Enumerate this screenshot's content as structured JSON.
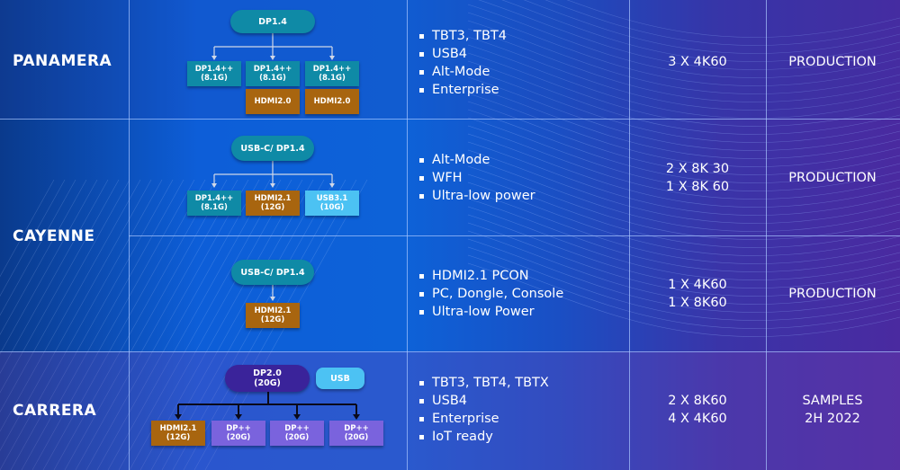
{
  "colors": {
    "teal": "#0f8aa6",
    "brown": "#a8650f",
    "light_blue": "#4cc2f3",
    "violet": "#7a63dd",
    "dark_purple": "#3a239a",
    "grid": "#a9c6ff"
  },
  "rows": [
    {
      "series": "PANAMERA",
      "root": "DP1.4",
      "boxes": [
        [
          "DP1.4++",
          "(8.1G)"
        ],
        [
          "DP1.4++",
          "(8.1G)"
        ],
        [
          "DP1.4++",
          "(8.1G)"
        ]
      ],
      "sub_boxes": [
        "HDMI2.0",
        "HDMI2.0"
      ],
      "features": [
        "TBT3, TBT4",
        "USB4",
        "Alt-Mode",
        "Enterprise"
      ],
      "displays": [
        "3 X 4K60"
      ],
      "status": [
        "PRODUCTION"
      ]
    },
    {
      "series": "CAYENNE",
      "root": "USB-C/ DP1.4",
      "boxes": [
        [
          "DP1.4++",
          "(8.1G)"
        ],
        [
          "HDMI2.1",
          "(12G)"
        ],
        [
          "USB3.1",
          "(10G)"
        ]
      ],
      "features": [
        "Alt-Mode",
        "WFH",
        "Ultra-low power"
      ],
      "displays": [
        "2 X 8K 30",
        "1 X 8K 60"
      ],
      "status": [
        "PRODUCTION"
      ]
    },
    {
      "root": "USB-C/ DP1.4",
      "boxes": [
        [
          "HDMI2.1",
          "(12G)"
        ]
      ],
      "features": [
        "HDMI2.1 PCON",
        "PC, Dongle, Console",
        "Ultra-low Power"
      ],
      "displays": [
        "1 X 4K60",
        "1 X 8K60"
      ],
      "status": [
        "PRODUCTION"
      ]
    },
    {
      "series": "CARRERA",
      "root": [
        "DP2.0",
        "(20G)"
      ],
      "side": "USB",
      "boxes": [
        [
          "HDMI2.1",
          "(12G)"
        ],
        [
          "DP++",
          "(20G)"
        ],
        [
          "DP++",
          "(20G)"
        ],
        [
          "DP++",
          "(20G)"
        ]
      ],
      "features": [
        "TBT3, TBT4, TBTX",
        "USB4",
        "Enterprise",
        "IoT ready"
      ],
      "displays": [
        "2 X 8K60",
        "4 X 4K60"
      ],
      "status": [
        "SAMPLES",
        "2H 2022"
      ]
    }
  ]
}
